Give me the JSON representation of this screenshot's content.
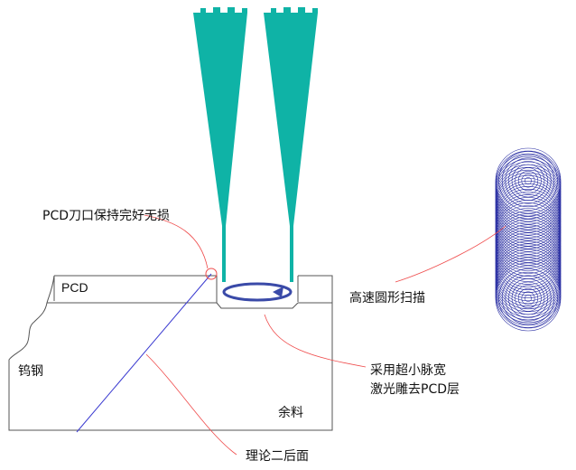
{
  "labels": {
    "tool_edge": "PCD刀口保持完好无损",
    "pcd_layer": "PCD",
    "carbide": "钨钢",
    "remainder": "余料",
    "high_speed_scan": "高速圆形扫描",
    "laser_line1": "采用超小脉宽",
    "laser_line2": "激光雕去PCD层",
    "theoretical_face": "理论二后面"
  },
  "colors": {
    "beam": "#0fb3a6",
    "spiral": "#2a2fa3",
    "arrow": "#3a4aa8",
    "leader": "#ef4b4b",
    "outline": "#555555",
    "diagonal": "#3a3ad0"
  }
}
